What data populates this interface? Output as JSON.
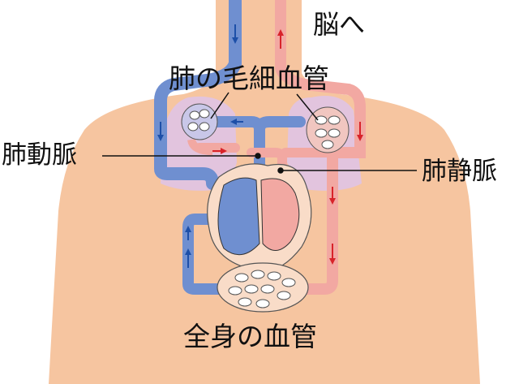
{
  "labels": {
    "brain": "脳へ",
    "lung_capillaries": "肺の毛細血管",
    "pulmonary_artery": "肺動脈",
    "pulmonary_vein": "肺静脈",
    "body_vessels": "全身の血管"
  },
  "colors": {
    "skin": "#f6c5a0",
    "lung": "#e2c4de",
    "venous_blood": "#6f8fd0",
    "arterial_blood": "#f2a8a2",
    "arrow_blue": "#1d4fa8",
    "arrow_red": "#d8232a",
    "outline": "#333333"
  }
}
